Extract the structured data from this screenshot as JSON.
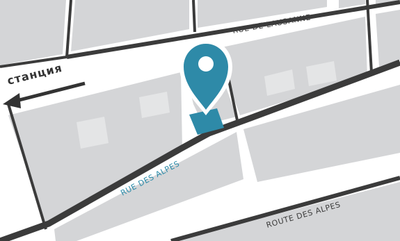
{
  "map": {
    "streets": {
      "rue_de_lausanne": "RUE DE LAUSANNE",
      "rue_des_alpes": "RUE DES ALPES",
      "route_des_alpes": "ROUTE DES ALPES"
    },
    "direction_label": "станция",
    "colors": {
      "block": "#d4d5d7",
      "road": "#3b3b3b",
      "background": "#ffffff",
      "accent": "#2e8aa8",
      "highlight_building": "#2e8aa8"
    },
    "icons": {
      "marker": "location-pin-icon",
      "direction": "arrow-left-icon"
    }
  }
}
